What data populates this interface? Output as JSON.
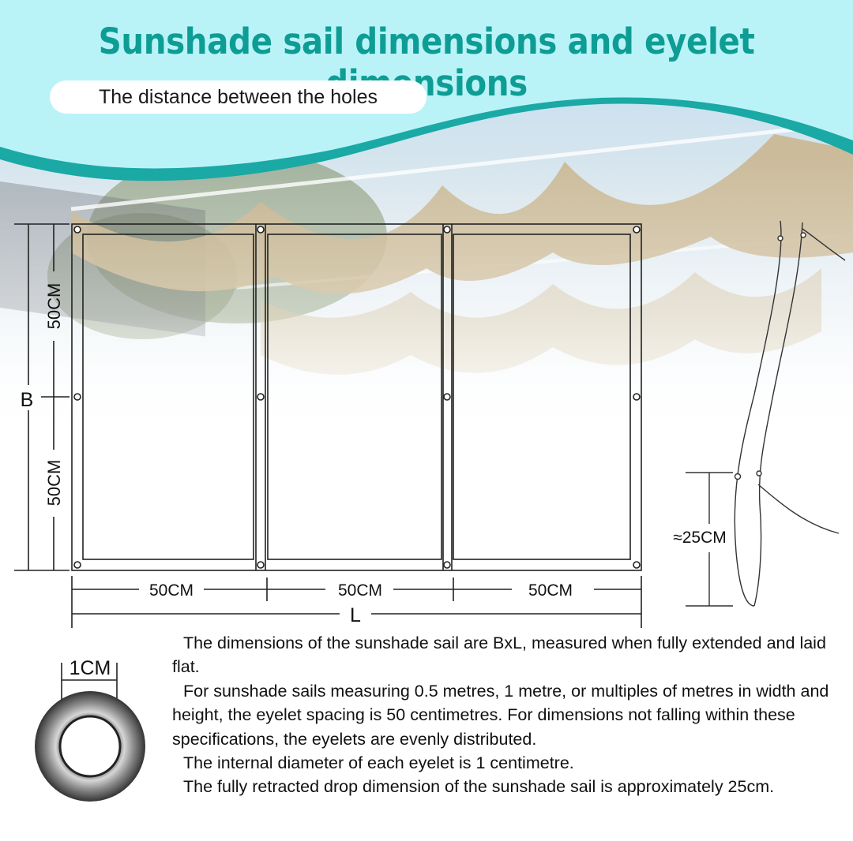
{
  "header": {
    "title": "Sunshade sail dimensions and eyelet dimensions",
    "subtitle": "The distance between the holes"
  },
  "diagram": {
    "label_b": "B",
    "label_l": "L",
    "height_segments": [
      "50CM",
      "50CM"
    ],
    "width_segments": [
      "50CM",
      "50CM",
      "50CM"
    ],
    "drop_label": "≈25CM",
    "eyelet_label": "1CM"
  },
  "description": {
    "paragraphs": [
      "The dimensions of the sunshade sail are BxL, measured when fully extended and laid flat.",
      "For sunshade sails measuring 0.5 metres, 1 metre, or multiples of metres in width and height, the eyelet spacing is 50 centimetres. For dimensions not falling within these specifications, the eyelets are evenly distributed.",
      "The internal diameter of each eyelet is 1 centimetre.",
      "The fully retracted drop dimension of the sunshade sail is approximately 25cm."
    ]
  },
  "colors": {
    "title": "#0e9d94",
    "wave_teal": "#1aa9a4",
    "wave_light": "#b9f3f8"
  }
}
